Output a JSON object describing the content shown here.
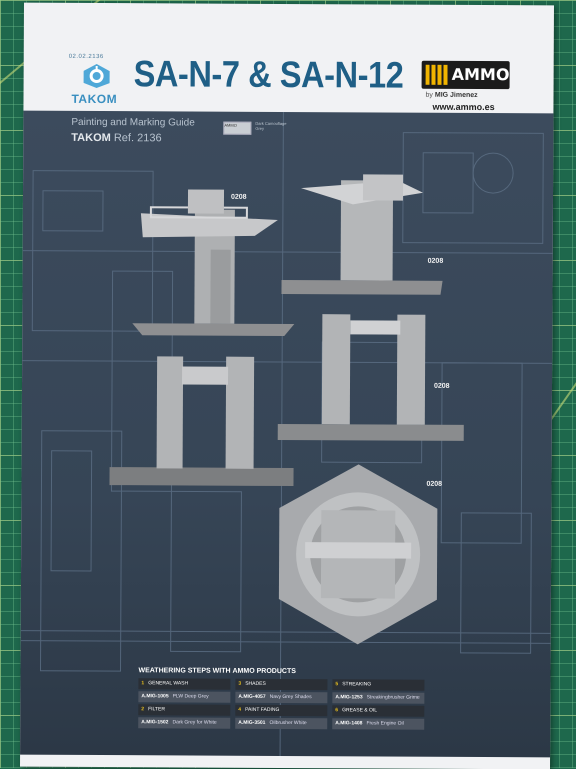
{
  "header": {
    "kit_ref": "02.02.2136",
    "brand_left": "TAKOM",
    "title": "SA-N-7 & SA-N-12",
    "brand_right": "AMMO",
    "by_prefix": "by",
    "by_name": "MIG Jimenez",
    "url": "www.ammo.es"
  },
  "panel": {
    "guide_title": "Painting and Marking Guide",
    "brand": "TAKOM",
    "ref": "Ref. 2136",
    "swatch_code": "AMMO",
    "swatch_note": "Dark Camouflage Grey"
  },
  "paint_codes": [
    "0208",
    "0208",
    "0208",
    "0208"
  ],
  "weathering": {
    "title_prefix": "WEATHERING STEPS WITH",
    "title_brand": "AMMO",
    "title_suffix": "PRODUCTS",
    "steps": [
      {
        "num": "1",
        "name": "GENERAL WASH",
        "code": "A.MIG-1005",
        "product": "PLW Deep Grey"
      },
      {
        "num": "3",
        "name": "SHADES",
        "code": "A.MIG-4057",
        "product": "Navy Grey Shades"
      },
      {
        "num": "5",
        "name": "STREAKING",
        "code": "A.MIG-1253",
        "product": "Streakingbrusher Grime"
      },
      {
        "num": "2",
        "name": "FILTER",
        "code": "A.MIG-1502",
        "product": "Dark Grey for White"
      },
      {
        "num": "4",
        "name": "PAINT FADING",
        "code": "A.MIG-3501",
        "product": "Oilbrusher White"
      },
      {
        "num": "6",
        "name": "GREASE & OIL",
        "code": "A.MIG-1408",
        "product": "Fresh Engine Oil"
      }
    ]
  },
  "colors": {
    "title_blue": "#1f5f86",
    "takom_blue": "#3a8fc0",
    "panel_bg": "#3c4b5d",
    "ammo_yellow": "#f0b400",
    "step_yellow": "#e9c01c",
    "mat_green": "#1e684c"
  }
}
